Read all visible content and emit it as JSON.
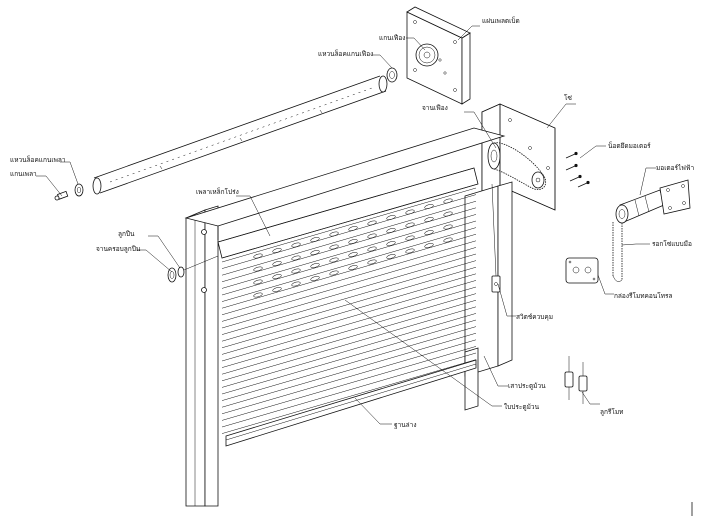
{
  "labels": {
    "bracket_plate": "แผ่นเพลตเบ็ด",
    "gear_shaft": "แกนเฟือง",
    "gear_shaft_support": "แหวนล็อคแกนเฟือง",
    "chain": "โซ่",
    "sprocket": "จานเฟือง",
    "motor_screws": "น็อตยึดมอเตอร์",
    "electric_motor": "มอเตอร์ไฟฟ้า",
    "manual_chain": "รอกโซ่แบบมือ",
    "control_box": "กล่องรีโมทคอนโทรล",
    "hand_remote": "ลูกรีโมท",
    "axle_shaft": "แกนเพลา",
    "axle_lock_ring": "แหวนล็อคแกนเพลา",
    "rolling_shaft": "เพลาเหล็กโปร่ง",
    "bearing": "ลูกปืน",
    "bearing_housing": "จานครอบลูกปืน",
    "limit_switch": "สวิตช์ควบคุม",
    "guide_rail": "เสาประตูม้วน",
    "door_slats": "ใบประตูม้วน",
    "bottom_bar": "ฐานล่าง"
  }
}
